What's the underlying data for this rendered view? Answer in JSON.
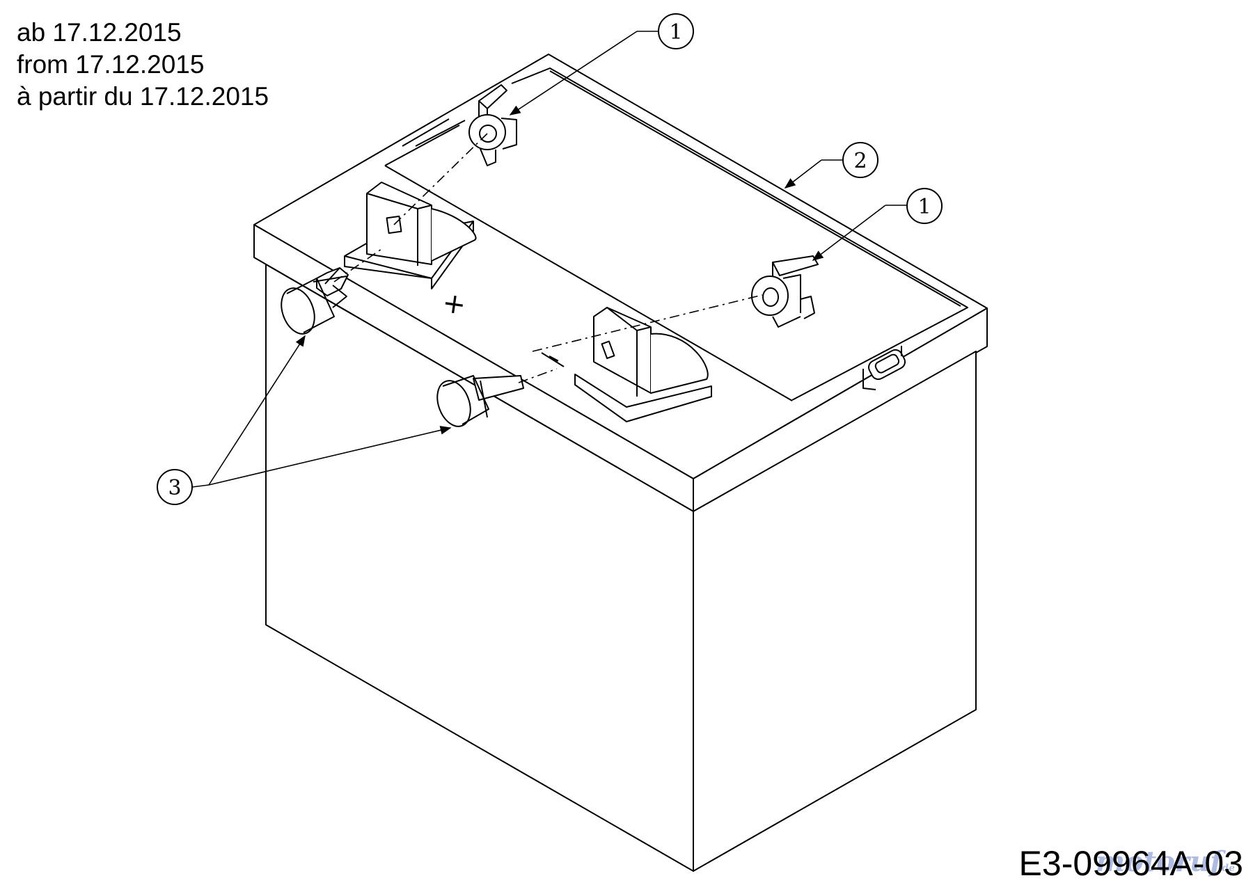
{
  "header_dates": {
    "de": "ab 17.12.2015",
    "en": "from 17.12.2015",
    "fr": "à partir du 17.12.2015"
  },
  "callouts": [
    {
      "label": "1",
      "part": "terminal-cap-positive"
    },
    {
      "label": "2",
      "part": "battery"
    },
    {
      "label": "1",
      "part": "terminal-cap-negative"
    },
    {
      "label": "3",
      "part": "terminal-bolts"
    }
  ],
  "terminal_symbols": {
    "positive": "+",
    "negative": "–"
  },
  "drawing_code": "E3-09964A-03",
  "watermark": {
    "text": "motoruf",
    "tld": "de"
  },
  "colors": {
    "line": "#000000",
    "background": "#ffffff",
    "watermark": "#6f86c8"
  }
}
